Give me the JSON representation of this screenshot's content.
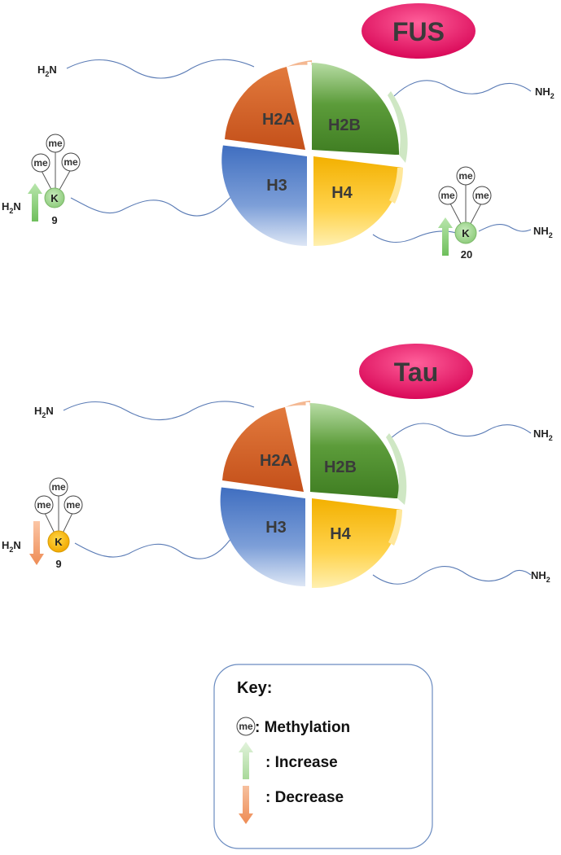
{
  "panels": [
    {
      "protein": "FUS",
      "histones": [
        "H2A",
        "H2B",
        "H3",
        "H4"
      ],
      "n_terminus": "H2N",
      "c_terminus": "NH2",
      "modifications": [
        {
          "histone": "H3",
          "residue": "K",
          "position": "9",
          "mark": "me",
          "change": "increase"
        },
        {
          "histone": "H4",
          "residue": "K",
          "position": "20",
          "mark": "me",
          "change": "increase"
        }
      ]
    },
    {
      "protein": "Tau",
      "histones": [
        "H2A",
        "H2B",
        "H3",
        "H4"
      ],
      "n_terminus": "H2N",
      "c_terminus": "NH2",
      "modifications": [
        {
          "histone": "H3",
          "residue": "K",
          "position": "9",
          "mark": "me",
          "change": "decrease"
        }
      ]
    }
  ],
  "key": {
    "title": "Key:",
    "items": [
      {
        "symbol": "me",
        "label": ": Methylation"
      },
      {
        "symbol": "up-arrow",
        "label": ": Increase"
      },
      {
        "symbol": "down-arrow",
        "label": ": Decrease"
      }
    ]
  },
  "colors": {
    "h2a": "#d9662a",
    "h2b": "#4f8f2e",
    "h3": "#4a78c8",
    "h4": "#f5b800",
    "protein_badge": "#e0105f",
    "increase": "#8ccf7a",
    "decrease": "#f2a070",
    "lysine_increase": "#9fd38a",
    "lysine_decrease": "#f5b800"
  }
}
